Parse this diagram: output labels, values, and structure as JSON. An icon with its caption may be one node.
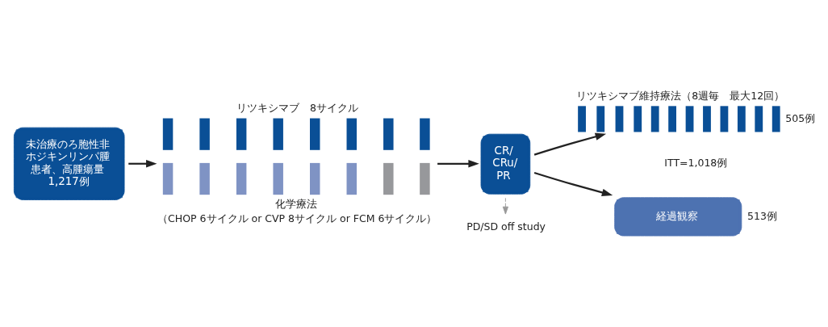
{
  "diagram": {
    "nodes": [
      {
        "text": [
          "未治療のろ胞性非ホジキンリンパ腫患者、高腫瘍量",
          "1,217例"
        ]
      },
      {
        "text": [
          "リツキシマブ　8サイクル",
          "化学療法",
          "（CHOP 6サイクル or CVP 8サイクル or FCM 6サイクル）"
        ]
      },
      {
        "text": [
          "CR/ CRu/ PR"
        ]
      },
      {
        "text": [
          "リツキシマブ維持療法（8週毎　最大12回）"
        ],
        "beside": [
          "505例"
        ]
      },
      {
        "text": [
          "経過観察"
        ],
        "beside": [
          "513例"
        ]
      },
      {
        "text": [
          "PD/SD off study"
        ]
      }
    ],
    "edges": [
      {
        "from": 0,
        "to": 1,
        "arrow": "to"
      },
      {
        "from": 1,
        "to": 2,
        "arrow": "to"
      },
      {
        "from": 2,
        "to": 3,
        "arrow": "to"
      },
      {
        "from": 2,
        "to": 4,
        "arrow": "to"
      },
      {
        "from": 2,
        "to": 5,
        "arrow": "to",
        "style": "dashed",
        "color": "#999999"
      }
    ],
    "labels": [
      "ITT=1,018例"
    ]
  }
}
